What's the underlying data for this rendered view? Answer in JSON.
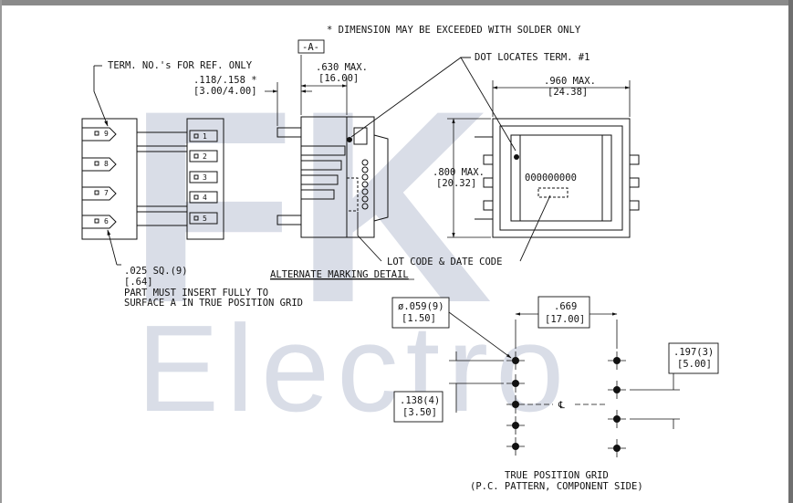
{
  "watermark": {
    "brand": "FK",
    "word": "Electro"
  },
  "notes": {
    "solder_note": "* DIMENSION MAY BE EXCEEDED WITH SOLDER ONLY",
    "term_ref": "TERM. NO.'s FOR REF. ONLY",
    "dot_term": "DOT LOCATES TERM. #1",
    "lot_code": "LOT CODE & DATE CODE",
    "alt_marking": "ALTERNATE MARKING DETAIL",
    "insert_line1": "PART MUST INSERT FULLY TO",
    "insert_line2": "SURFACE A IN TRUE POSITION GRID",
    "grid_title": "TRUE POSITION GRID",
    "grid_subtitle": "(P.C. PATTERN, COMPONENT SIDE)"
  },
  "datum": "-A-",
  "dims": {
    "pin_len_in": ".118/.158 *",
    "pin_len_mm": "[3.00/4.00]",
    "depth_in": ".630 MAX.",
    "depth_mm": "[16.00]",
    "width_in": ".960 MAX.",
    "width_mm": "[24.38]",
    "height_in": ".800 MAX.",
    "height_mm": "[20.32]",
    "pin_sq_in": ".025 SQ.(9)",
    "pin_sq_mm": "[.64]",
    "hole_in": "ø.059(9)",
    "hole_mm": "[1.50]",
    "row_space_in": ".669",
    "row_space_mm": "[17.00]",
    "pitch_r_in": ".197(3)",
    "pitch_r_mm": "[5.00]",
    "pitch_l_in": ".138(4)",
    "pitch_l_mm": "[3.50]"
  },
  "marking_code": "000000000",
  "centerline_symbol": "℄",
  "pins_left": [
    "9",
    "8",
    "7",
    "6"
  ],
  "pins_right": [
    "1",
    "2",
    "3",
    "4",
    "5"
  ]
}
